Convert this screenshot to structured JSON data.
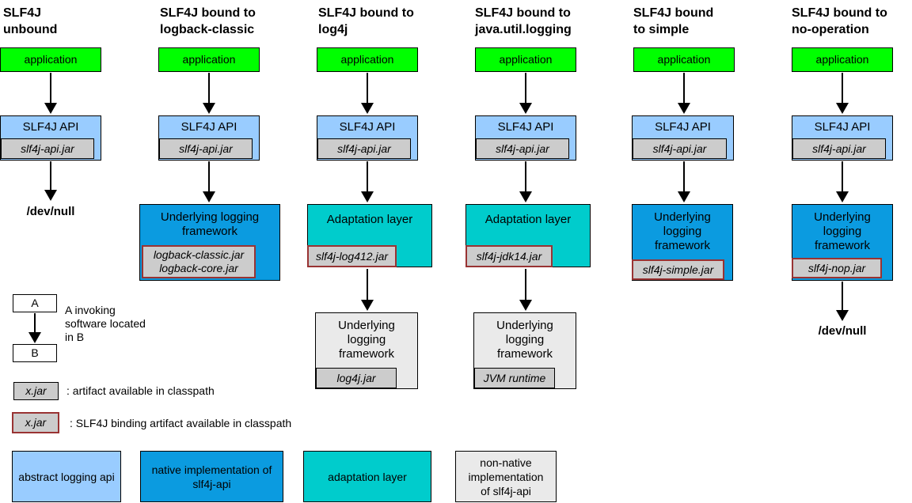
{
  "diagram": {
    "colors": {
      "application": "#00ff00",
      "abstract_api": "#99ccff",
      "native_impl": "#0b9be0",
      "adaptation": "#00cccc",
      "non_native": "#eaeaea",
      "jar_bg": "#cccccc",
      "binding_border": "#993333",
      "ink": "#000000"
    },
    "columns": [
      {
        "title_line1": "SLF4J",
        "title_line2": "unbound",
        "application_label": "application",
        "api_label": "SLF4J API",
        "api_jar": "slf4j-api.jar",
        "devnull_label": "/dev/null"
      },
      {
        "title_line1": "SLF4J bound to",
        "title_line2": "logback-classic",
        "application_label": "application",
        "api_label": "SLF4J API",
        "api_jar": "slf4j-api.jar",
        "framework_label": "Underlying logging framework",
        "framework_jar_line1": "logback-classic.jar",
        "framework_jar_line2": "logback-core.jar"
      },
      {
        "title_line1": "SLF4J bound to",
        "title_line2": "log4j",
        "application_label": "application",
        "api_label": "SLF4J API",
        "api_jar": "slf4j-api.jar",
        "adaptation_label": "Adaptation layer",
        "adaptation_jar": "slf4j-log412.jar",
        "framework_label": "Underlying logging framework",
        "framework_jar": "log4j.jar"
      },
      {
        "title_line1": "SLF4J bound to",
        "title_line2": "java.util.logging",
        "application_label": "application",
        "api_label": "SLF4J API",
        "api_jar": "slf4j-api.jar",
        "adaptation_label": "Adaptation layer",
        "adaptation_jar": "slf4j-jdk14.jar",
        "framework_label": "Underlying logging framework",
        "framework_jar": "JVM runtime"
      },
      {
        "title_line1": "SLF4J bound",
        "title_line2": "to simple",
        "application_label": "application",
        "api_label": "SLF4J API",
        "api_jar": "slf4j-api.jar",
        "framework_label": "Underlying logging framework",
        "framework_jar": "slf4j-simple.jar"
      },
      {
        "title_line1": "SLF4J bound to",
        "title_line2": "no-operation",
        "application_label": "application",
        "api_label": "SLF4J API",
        "api_jar": "slf4j-api.jar",
        "framework_label": "Underlying logging framework",
        "framework_jar": "slf4j-nop.jar",
        "devnull_label": "/dev/null"
      }
    ],
    "legend": {
      "a_label": "A",
      "b_label": "B",
      "invoke_caption_line1": "A invoking",
      "invoke_caption_line2": "software located",
      "invoke_caption_line3": "in B",
      "jar_plain_label": "x.jar",
      "jar_plain_caption": ": artifact available in classpath",
      "jar_binding_label": "x.jar",
      "jar_binding_caption": ": SLF4J binding artifact available in classpath",
      "swatches": [
        {
          "label": "abstract logging api"
        },
        {
          "label": "native implementation of slf4j-api"
        },
        {
          "label": "adaptation layer"
        },
        {
          "label": "non-native implementation of slf4j-api"
        }
      ]
    }
  }
}
